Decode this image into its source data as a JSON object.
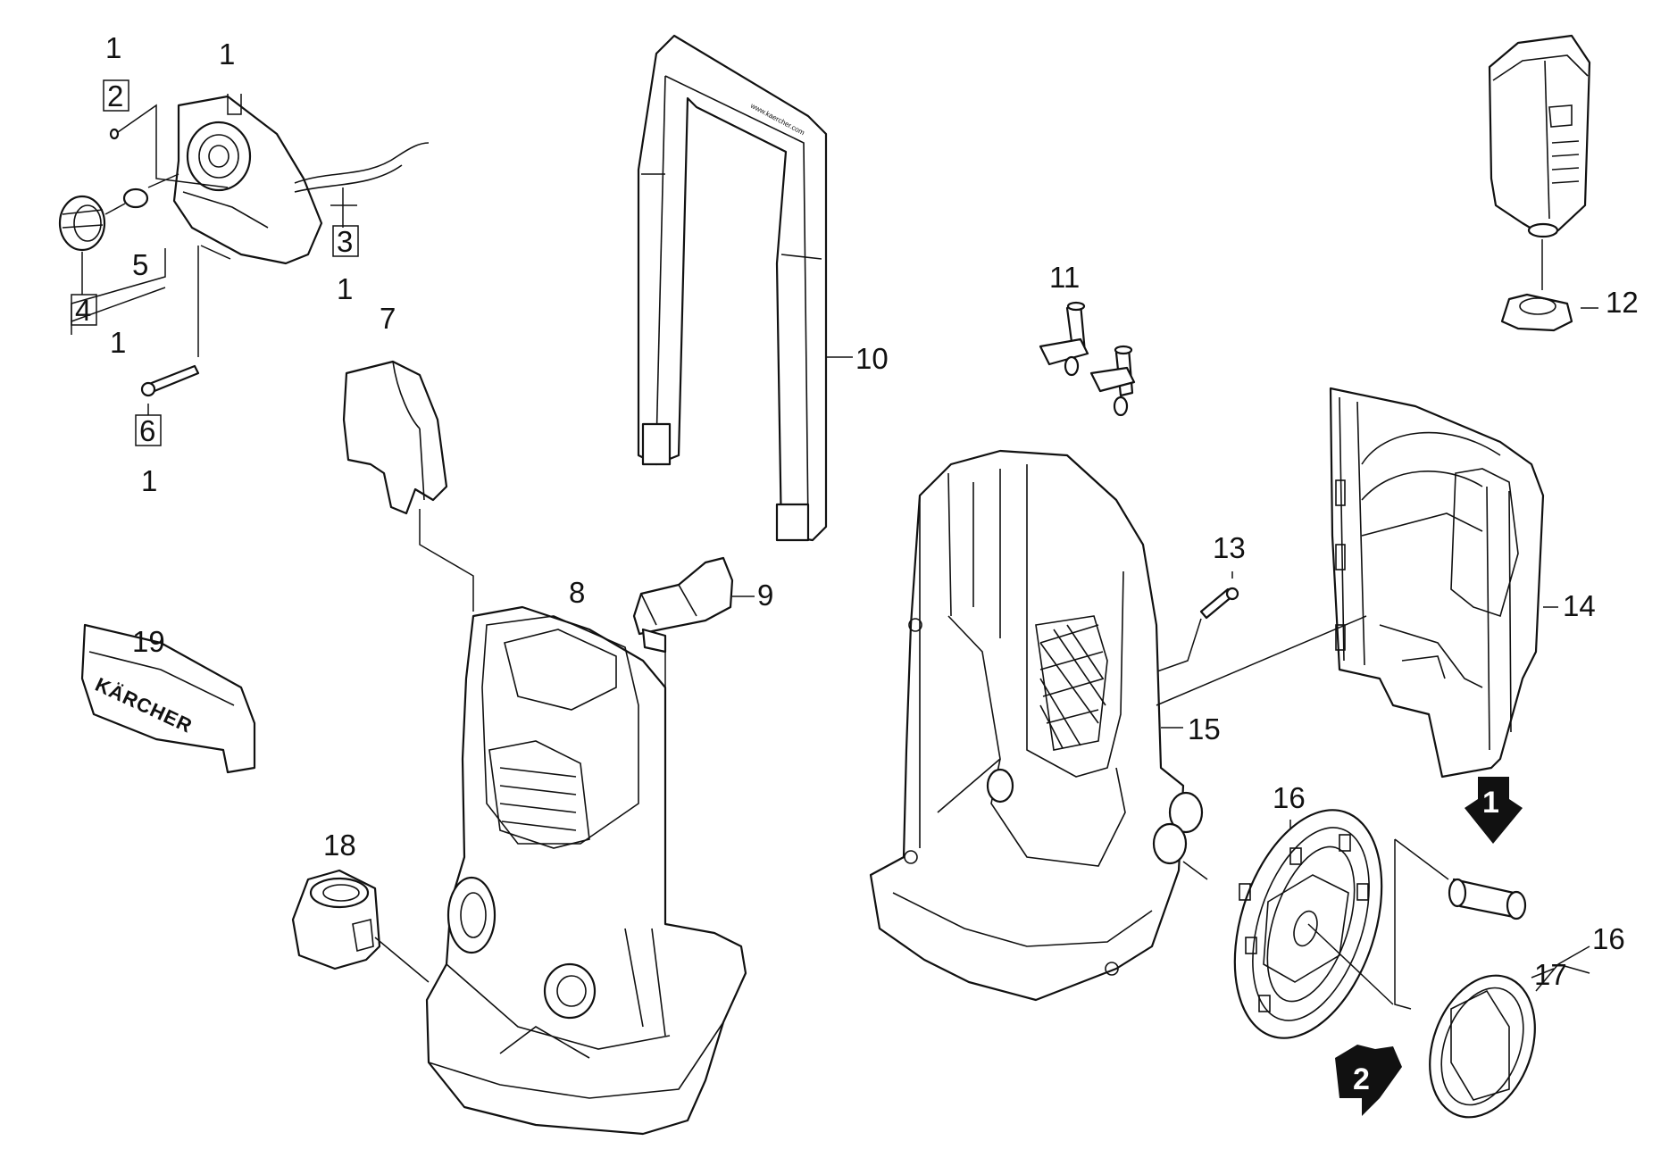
{
  "callouts": {
    "c1a": "1",
    "c2": "2",
    "c1b": "1",
    "c3": "3",
    "c1c": "1",
    "c4": "4",
    "c5": "5",
    "c1d": "1",
    "c6": "6",
    "c1e": "1",
    "c7": "7",
    "c8": "8",
    "c9": "9",
    "c10": "10",
    "c11": "11",
    "c12": "12",
    "c13": "13",
    "c14": "14",
    "c15": "15",
    "c16a": "16",
    "c16b": "16",
    "c17": "17",
    "c18": "18",
    "c19": "19"
  },
  "markers": {
    "m1": "1",
    "m2": "2"
  },
  "brand": "KÄRCHER"
}
